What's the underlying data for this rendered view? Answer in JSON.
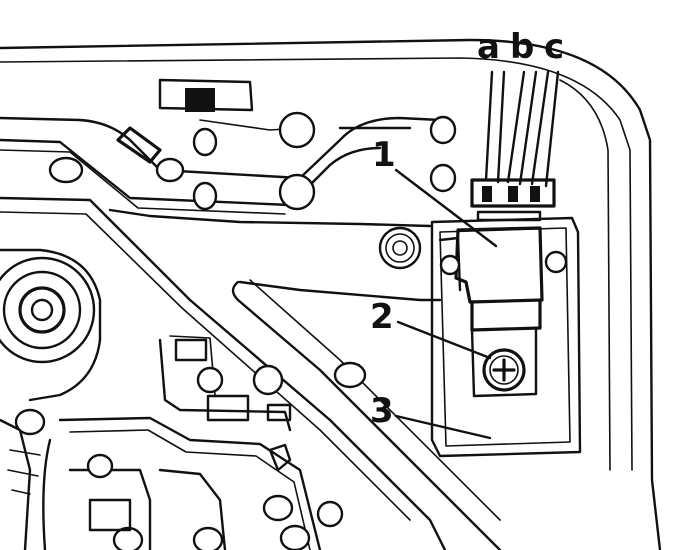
{
  "diagram": {
    "callouts": {
      "wire_a": "a",
      "wire_b": "b",
      "wire_c": "c",
      "item_1": "1",
      "item_2": "2",
      "item_3": "3"
    }
  }
}
